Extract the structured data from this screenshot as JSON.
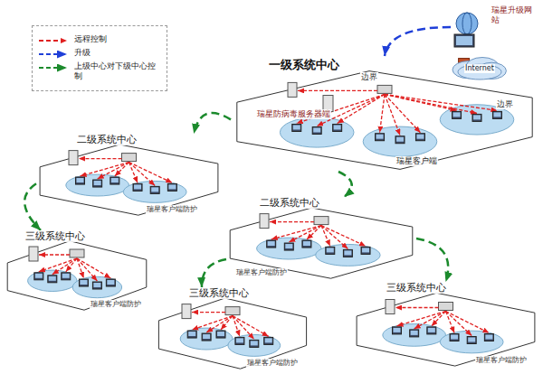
{
  "diagram": {
    "nodes": [
      {
        "text": [
          "一级系统中心",
          "瑞星防病毒服务器端",
          "瑞星客户端"
        ]
      },
      {
        "text": [
          "瑞星升级网站"
        ]
      },
      {
        "text": [
          "Internet"
        ],
        "in": 0
      },
      {
        "text": [
          "二级系统中心",
          "瑞星客户端防护"
        ]
      },
      {
        "text": [
          "三级系统中心",
          "瑞星客户端防护"
        ]
      },
      {
        "text": [
          "二级系统中心",
          "瑞星客户端防护"
        ]
      },
      {
        "text": [
          "三级系统中心",
          "瑞星客户端防护"
        ]
      },
      {
        "text": [
          "三级系统中心",
          "瑞星客户端防护"
        ]
      }
    ],
    "edges": [
      {
        "from": 1,
        "to": 0,
        "arrow": "to"
      },
      {
        "from": 0,
        "to": 3,
        "arrow": "to"
      },
      {
        "from": 3,
        "to": 4,
        "arrow": "to"
      },
      {
        "from": 0,
        "to": 5,
        "arrow": "to"
      },
      {
        "from": 5,
        "to": 6,
        "arrow": "to"
      },
      {
        "from": 5,
        "to": 7,
        "arrow": "to"
      }
    ],
    "labels": [
      "边界",
      "边界"
    ],
    "legend": [
      {
        "text": "远程控制"
      },
      {
        "text": "升级"
      },
      {
        "text": "上级中心对下级中心控制"
      }
    ]
  }
}
